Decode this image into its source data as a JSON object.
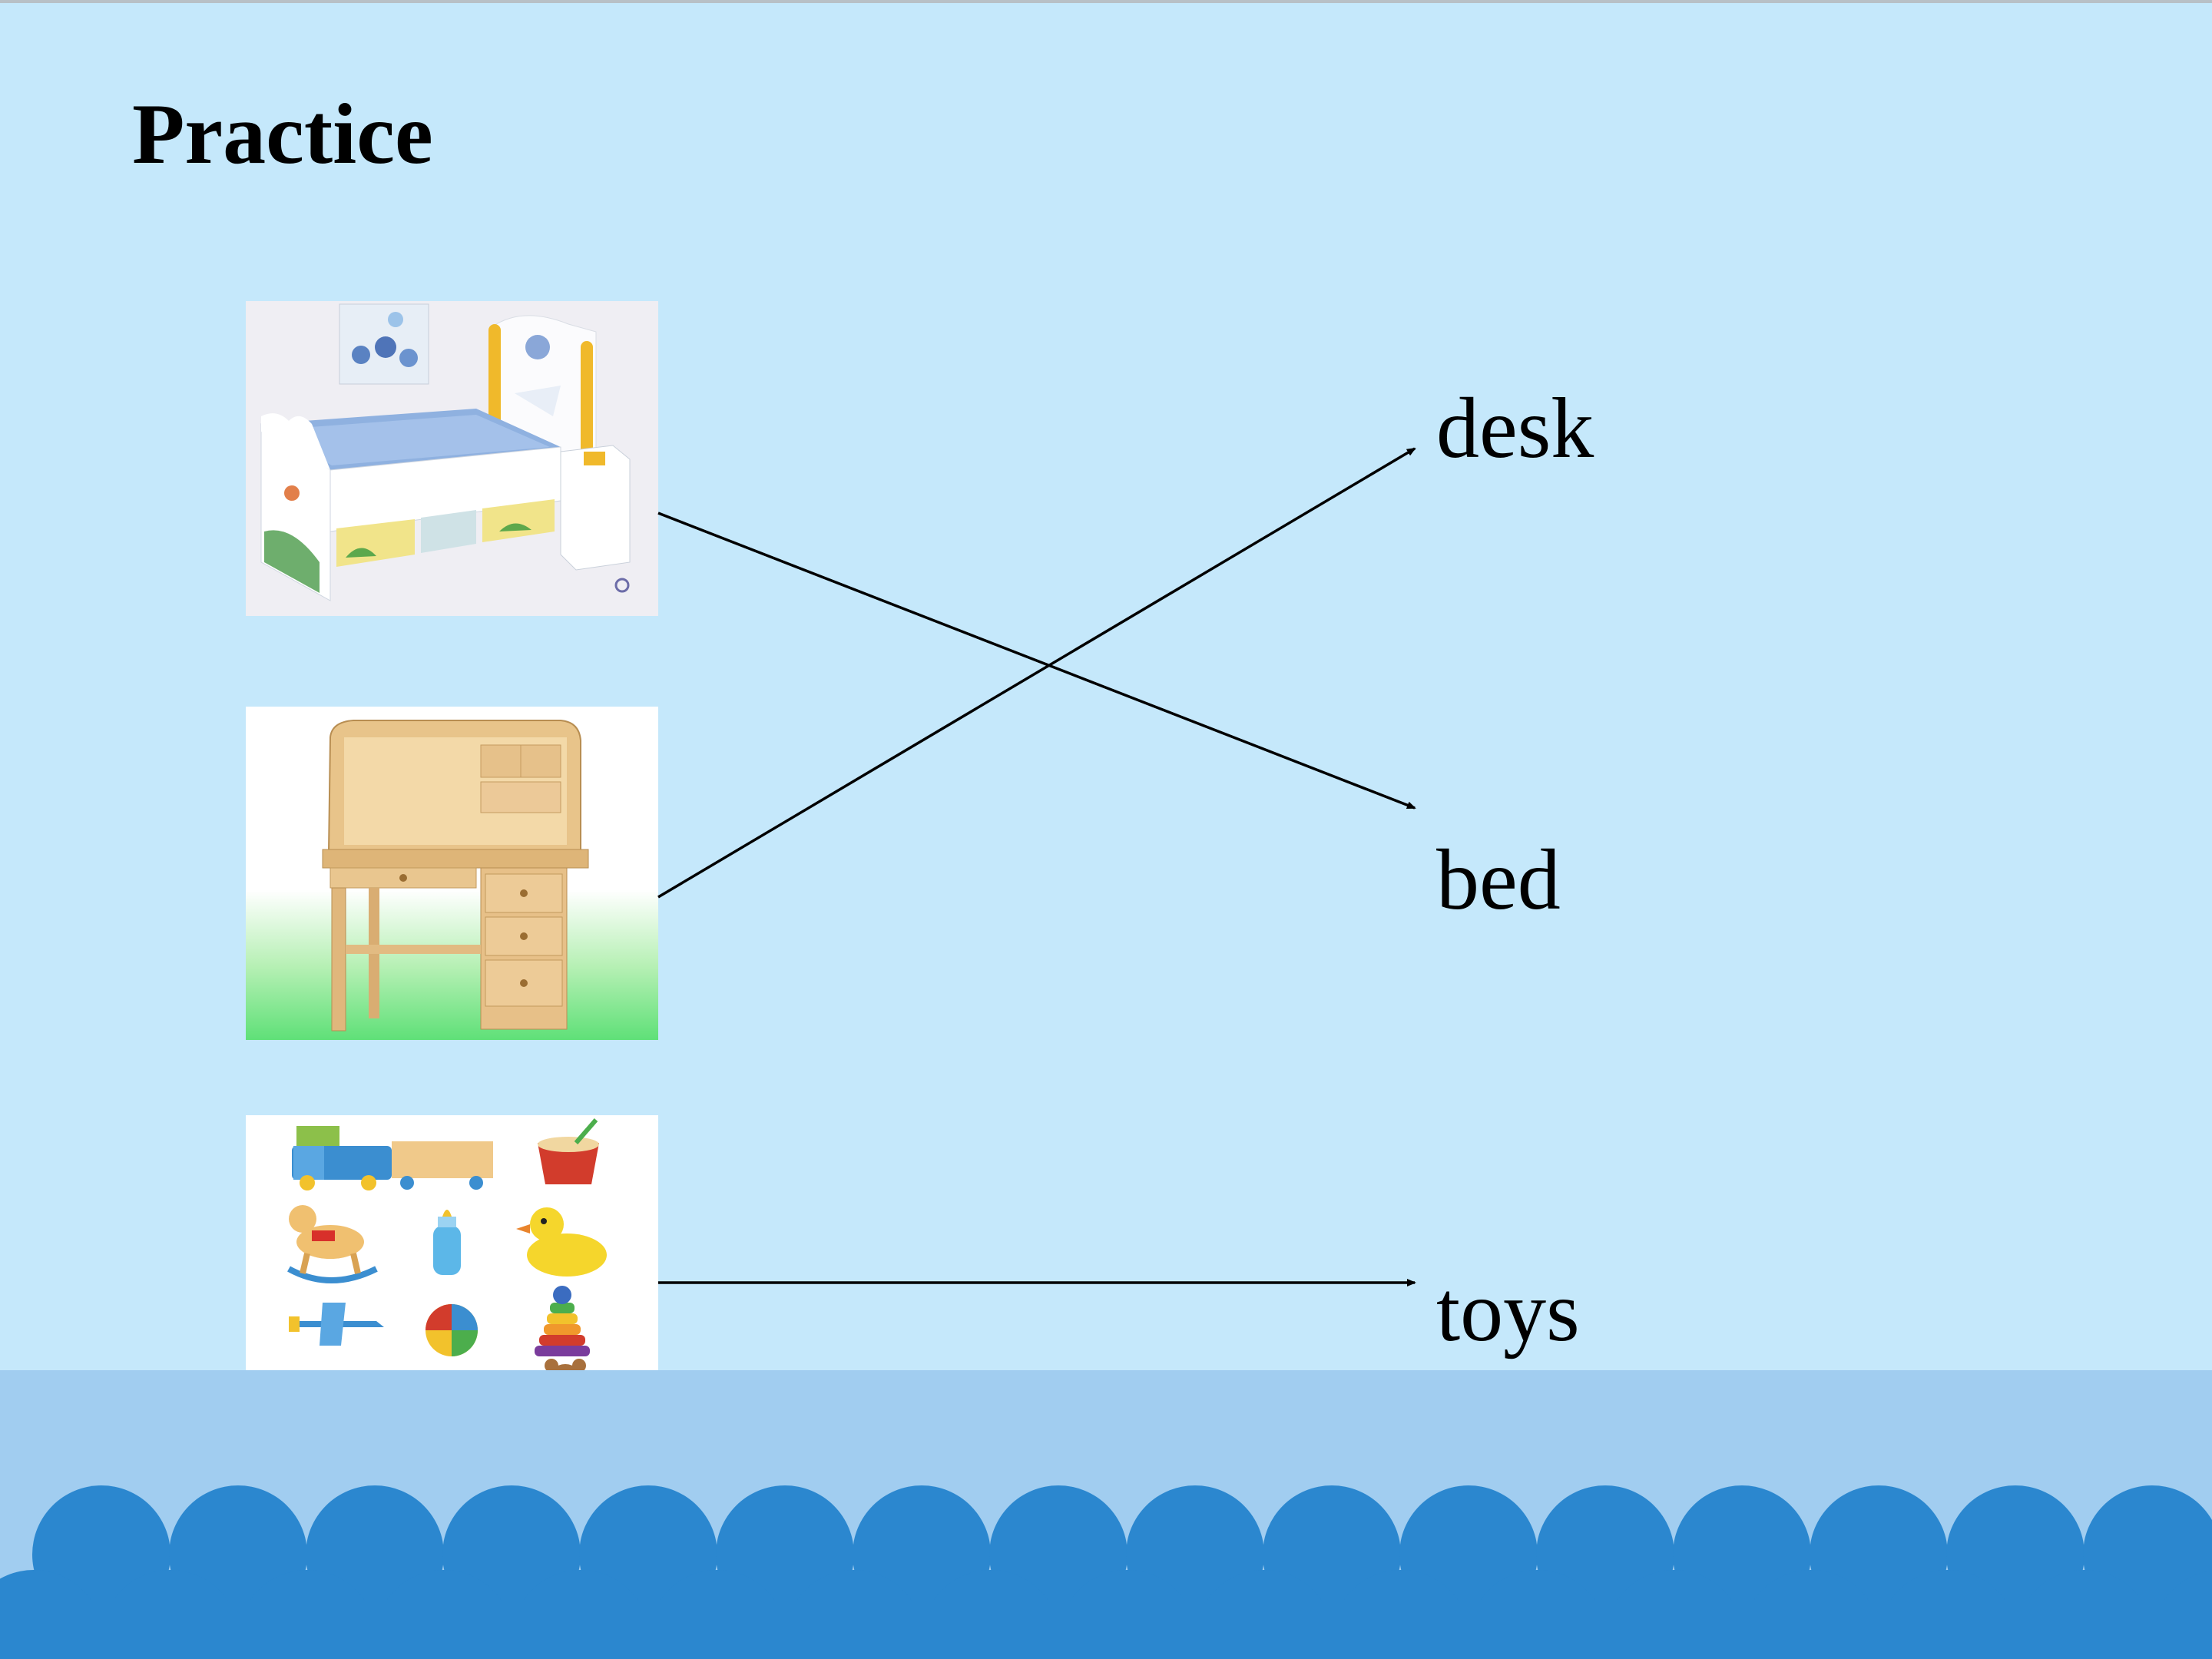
{
  "slide": {
    "title": "Practice",
    "background_color": "#c5e8fb",
    "band_color": "#a1cdf0",
    "wave_color": "#2b87cf"
  },
  "pictures": [
    {
      "name": "bed",
      "icon": "bed-illustration"
    },
    {
      "name": "desk",
      "icon": "desk-illustration"
    },
    {
      "name": "toys",
      "icon": "toys-illustration"
    }
  ],
  "words": [
    {
      "text": "desk"
    },
    {
      "text": "bed"
    },
    {
      "text": "toys"
    }
  ],
  "matches": [
    {
      "picture": "bed",
      "word": "bed"
    },
    {
      "picture": "desk",
      "word": "desk"
    },
    {
      "picture": "toys",
      "word": "toys"
    }
  ]
}
